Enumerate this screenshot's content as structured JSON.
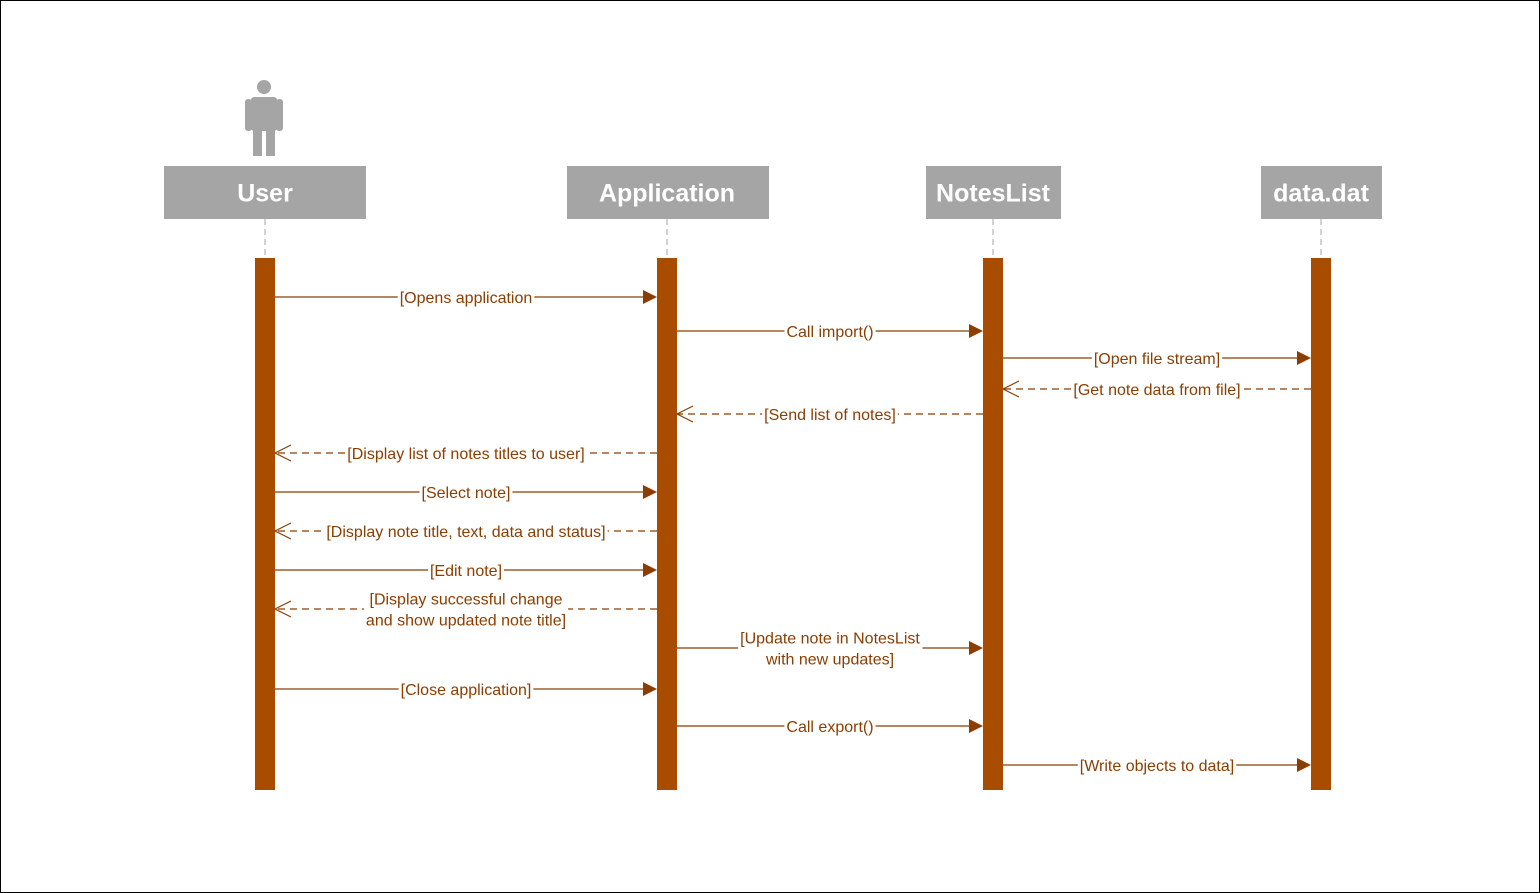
{
  "colors": {
    "lifeline_bar": "#A84D00",
    "message": "#8B3E02",
    "header_box": "#A5A5A5",
    "header_text": "#FFFFFF",
    "actor": "#A5A5A5",
    "dashed_guide": "#A5A5A5"
  },
  "participants": [
    {
      "id": "user",
      "label": "User",
      "actor": true
    },
    {
      "id": "application",
      "label": "Application",
      "actor": false
    },
    {
      "id": "noteslist",
      "label": "NotesList",
      "actor": false
    },
    {
      "id": "datadat",
      "label": "data.dat",
      "actor": false
    }
  ],
  "messages": [
    {
      "from": "user",
      "to": "application",
      "kind": "sync",
      "lines": [
        "[Opens application"
      ]
    },
    {
      "from": "application",
      "to": "noteslist",
      "kind": "sync",
      "lines": [
        "Call import()"
      ]
    },
    {
      "from": "noteslist",
      "to": "datadat",
      "kind": "sync",
      "lines": [
        "[Open file stream]"
      ]
    },
    {
      "from": "datadat",
      "to": "noteslist",
      "kind": "return",
      "lines": [
        "[Get note data from file]"
      ]
    },
    {
      "from": "noteslist",
      "to": "application",
      "kind": "return",
      "lines": [
        "[Send list of notes]"
      ]
    },
    {
      "from": "application",
      "to": "user",
      "kind": "return",
      "lines": [
        "[Display list of notes titles to user]"
      ]
    },
    {
      "from": "user",
      "to": "application",
      "kind": "sync",
      "lines": [
        "[Select note]"
      ]
    },
    {
      "from": "application",
      "to": "user",
      "kind": "return",
      "lines": [
        "[Display note title, text, data and status]"
      ]
    },
    {
      "from": "user",
      "to": "application",
      "kind": "sync",
      "lines": [
        "[Edit note]"
      ]
    },
    {
      "from": "application",
      "to": "user",
      "kind": "return",
      "lines": [
        "[Display successful change",
        "and show updated note title]"
      ]
    },
    {
      "from": "application",
      "to": "noteslist",
      "kind": "sync",
      "lines": [
        "[Update note in NotesList",
        "with new updates]"
      ]
    },
    {
      "from": "user",
      "to": "application",
      "kind": "sync",
      "lines": [
        "[Close application]"
      ]
    },
    {
      "from": "application",
      "to": "noteslist",
      "kind": "sync",
      "lines": [
        "Call export()"
      ]
    },
    {
      "from": "noteslist",
      "to": "datadat",
      "kind": "sync",
      "lines": [
        "[Write objects to data]"
      ]
    }
  ]
}
